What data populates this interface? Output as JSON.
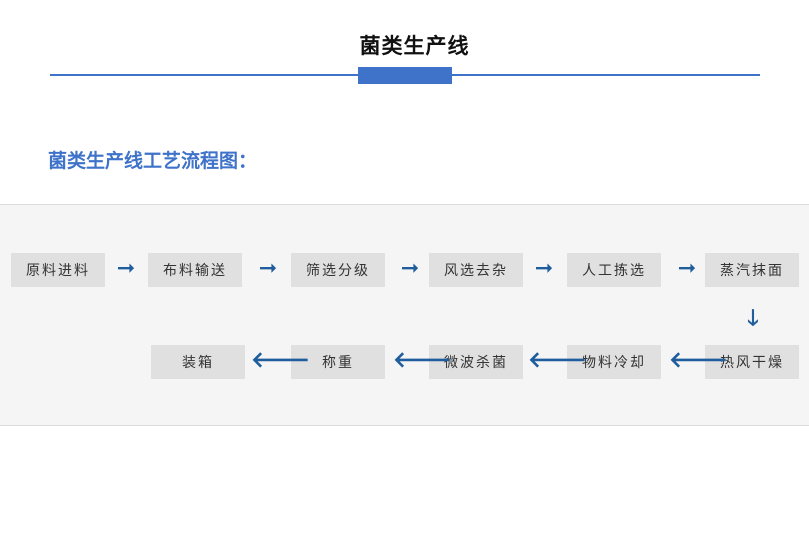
{
  "header": {
    "title": "菌类生产线"
  },
  "section": {
    "heading": "菌类生产线工艺流程图："
  },
  "flow": {
    "row1": [
      "原料进料",
      "布料输送",
      "筛选分级",
      "风选去杂",
      "人工拣选",
      "蒸汽抹面"
    ],
    "row2_right_to_left": [
      "热风干燥",
      "物料冷却",
      "微波杀菌",
      "称重",
      "装箱"
    ],
    "arrow_right": "➞",
    "arrow_left": "🡐",
    "arrow_down": "🡓"
  },
  "colors": {
    "accent": "#3f73c9",
    "arrow": "#1f5d9c",
    "step_bg": "#e0e0e0",
    "panel_bg": "#f5f5f5"
  }
}
